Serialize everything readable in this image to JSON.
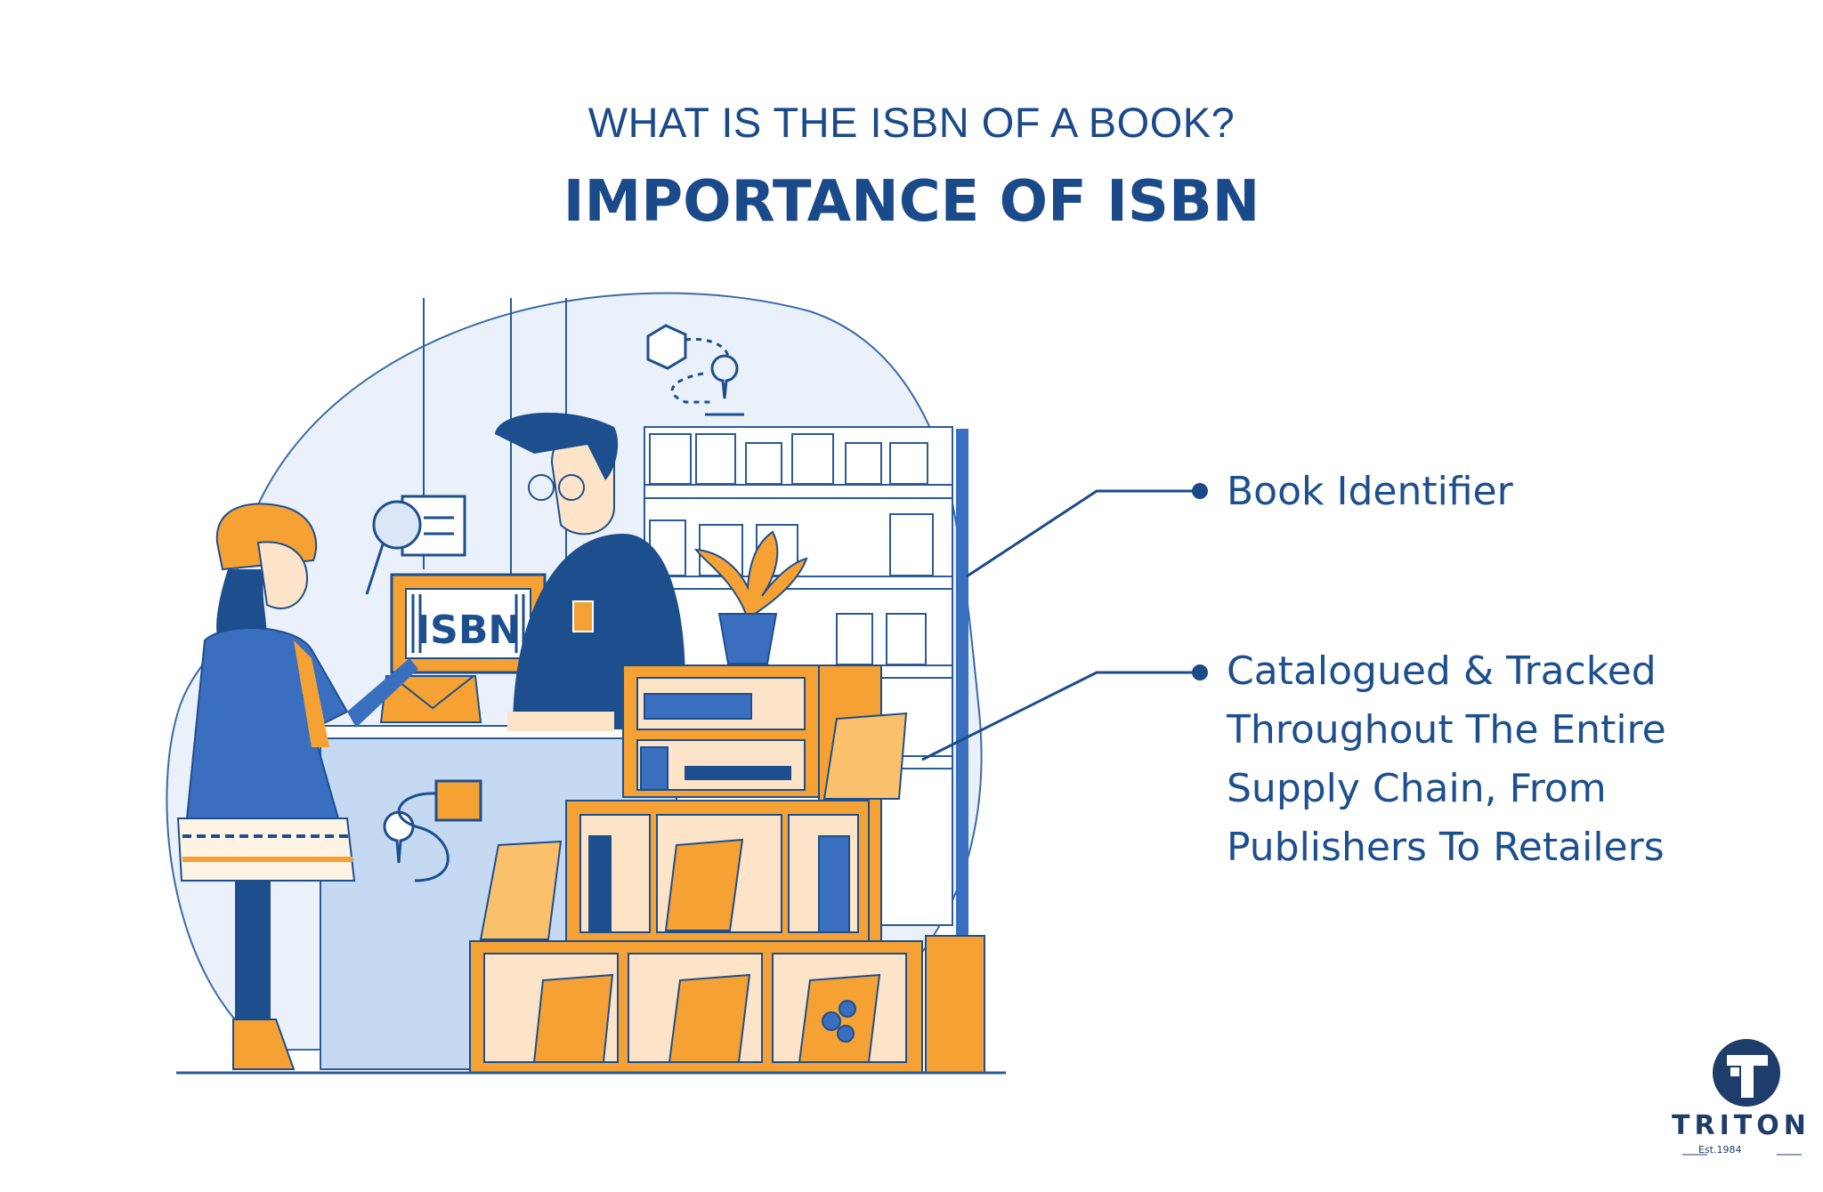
{
  "header": {
    "subtitle": "WHAT IS THE ISBN OF A BOOK?",
    "title": "IMPORTANCE OF ISBN"
  },
  "points": [
    {
      "text": "Book Identifier"
    },
    {
      "text": "Catalogued & Tracked Throughout The Entire Supply Chain, From Publishers To Retailers"
    }
  ],
  "illustration": {
    "sign_text": "ISBN"
  },
  "logo": {
    "name": "TRITON",
    "est": "Est.1984"
  },
  "colors": {
    "primary_blue": "#1b4a8b",
    "orange": "#f5a133",
    "light_blue": "#eaf1fb"
  }
}
